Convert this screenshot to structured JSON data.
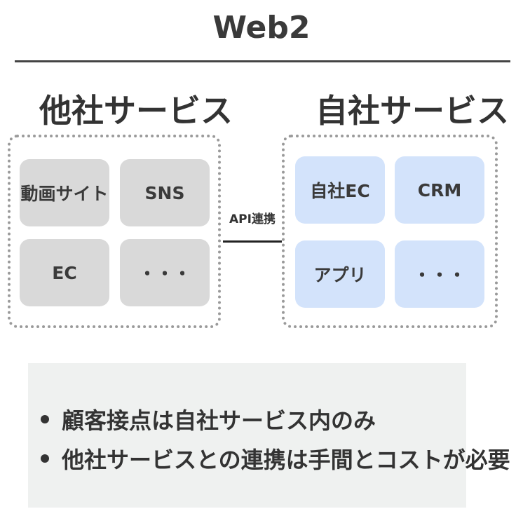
{
  "title": "Web2",
  "left_section": {
    "heading": "他社サービス",
    "cards": [
      {
        "label": "動画サイト"
      },
      {
        "label": "SNS"
      },
      {
        "label": "EC"
      },
      {
        "label": "・・・"
      }
    ]
  },
  "right_section": {
    "heading": "自社サービス",
    "cards": [
      {
        "label": "自社EC"
      },
      {
        "label": "CRM"
      },
      {
        "label": "アプリ"
      },
      {
        "label": "・・・"
      }
    ]
  },
  "connector": {
    "label": "API連携"
  },
  "notes": [
    "顧客接点は自社サービス内のみ",
    "他社サービスとの連携は手間とコストが必要"
  ],
  "colors": {
    "gray_card": "#d9d9d9",
    "blue_card": "#d3e3fb",
    "note_background": "#eff1f0",
    "dotted_border": "#9a9a9a"
  }
}
